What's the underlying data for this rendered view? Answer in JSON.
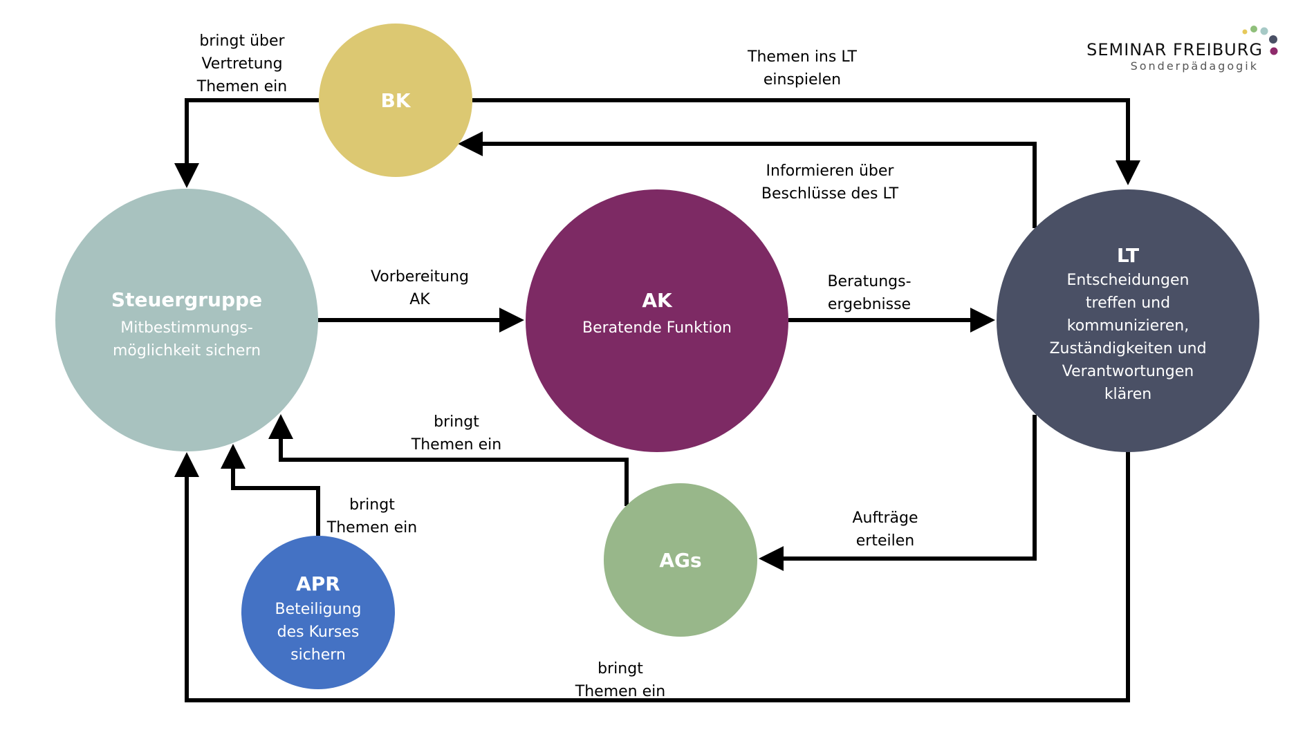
{
  "logo": {
    "title": "SEMINAR FREIBURG",
    "subtitle": "Sonderpädagogik",
    "dot_colors": [
      "#e6c95a",
      "#8fbf7a",
      "#a6c9c6",
      "#4a5065",
      "#8e2a6b"
    ]
  },
  "nodes": {
    "bk": {
      "title": "BK",
      "lines": [],
      "color": "#dcc872"
    },
    "steuergruppe": {
      "title": "Steuergruppe",
      "lines": [
        "Mitbestimmungs-",
        "möglichkeit sichern"
      ],
      "color": "#a8c2bf"
    },
    "ak": {
      "title": "AK",
      "lines": [
        "Beratende Funktion"
      ],
      "color": "#7d2a64"
    },
    "lt": {
      "title": "LT",
      "lines": [
        "Entscheidungen",
        "treffen und",
        "kommunizieren,",
        "Zuständigkeiten und",
        "Verantwortungen",
        "klären"
      ],
      "color": "#4a5065"
    },
    "apr": {
      "title": "APR",
      "lines": [
        "Beteiligung",
        "des Kurses",
        "sichern"
      ],
      "color": "#4472c4"
    },
    "ags": {
      "title": "AGs",
      "lines": [],
      "color": "#98b78a"
    }
  },
  "edges": [
    {
      "id": "bk-to-steuergruppe",
      "from": "BK",
      "to": "Steuergruppe",
      "label": [
        "bringt über",
        "Vertretung",
        "Themen ein"
      ]
    },
    {
      "id": "bk-to-lt",
      "from": "BK",
      "to": "LT",
      "label": [
        "Themen ins LT",
        "einspielen"
      ]
    },
    {
      "id": "lt-to-bk",
      "from": "LT",
      "to": "BK",
      "label": [
        "Informieren über",
        "Beschlüsse des LT"
      ]
    },
    {
      "id": "steuergruppe-to-ak",
      "from": "Steuergruppe",
      "to": "AK",
      "label": [
        "Vorbereitung",
        "AK"
      ]
    },
    {
      "id": "ak-to-lt",
      "from": "AK",
      "to": "LT",
      "label": [
        "Beratungs-",
        "ergebnisse"
      ]
    },
    {
      "id": "ags-to-steuergruppe",
      "from": "AGs",
      "to": "Steuergruppe",
      "label": [
        "bringt",
        "Themen ein"
      ]
    },
    {
      "id": "apr-to-steuergruppe",
      "from": "APR",
      "to": "Steuergruppe",
      "label": [
        "bringt",
        "Themen ein"
      ]
    },
    {
      "id": "lt-to-ags",
      "from": "LT",
      "to": "AGs",
      "label": [
        "Aufträge",
        "erteilen"
      ]
    },
    {
      "id": "lt-to-steuergruppe",
      "from": "LT",
      "to": "Steuergruppe",
      "label": [
        "bringt",
        "Themen ein"
      ]
    }
  ]
}
